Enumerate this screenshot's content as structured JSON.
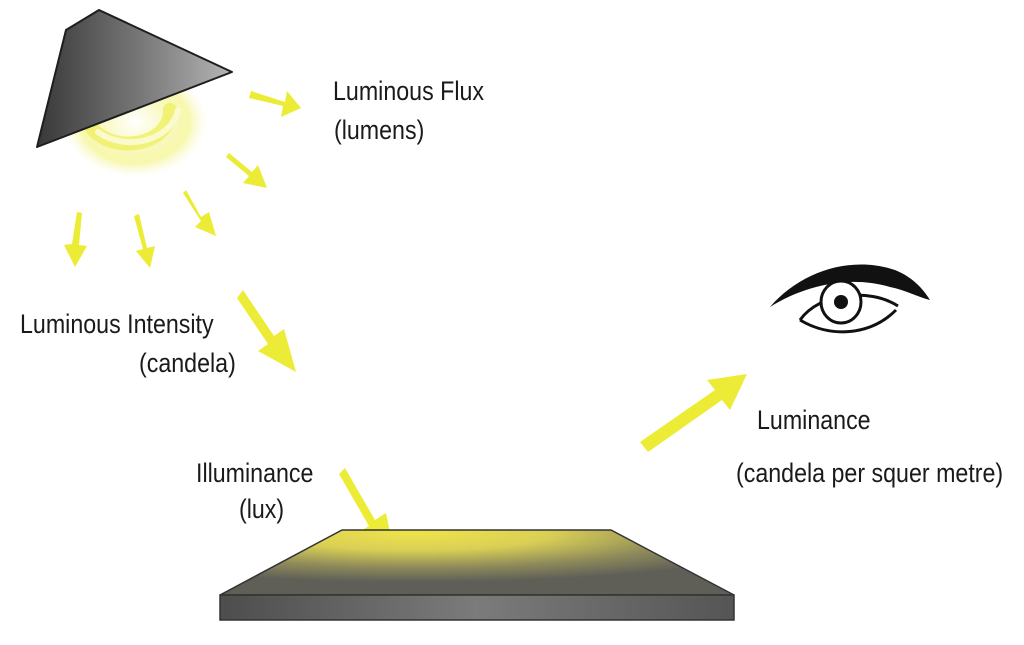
{
  "labels": {
    "luminous_flux": "Luminous Flux",
    "luminous_flux_unit": "(lumens)",
    "luminous_intensity": "Luminous Intensity",
    "luminous_intensity_unit": "(candela)",
    "illuminance": "Illuminance",
    "illuminance_unit": "(lux)",
    "luminance": "Luminance",
    "luminance_unit": "(candela per squer metre)"
  },
  "colors": {
    "arrow": "#ecec36",
    "lamp_dark": "#3c3c3c",
    "lamp_light": "#a9a9a9",
    "glow": "#f2f25a",
    "surface_dark": "#575757",
    "surface_glow": "#e9e35a",
    "eye": "#111111"
  },
  "icons": {
    "lamp": "lamp-shade-icon",
    "eye": "eye-icon",
    "surface": "surface-slab"
  }
}
